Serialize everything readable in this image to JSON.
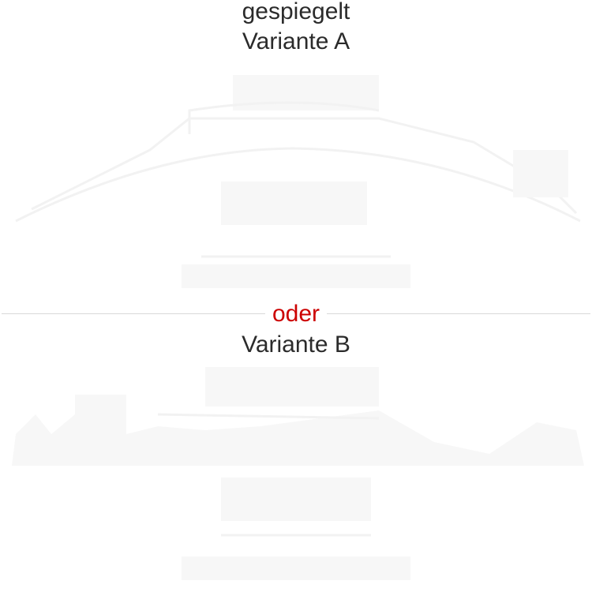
{
  "header": {
    "line1": "gespiegelt",
    "line2": "Variante A"
  },
  "separator": {
    "label": "oder",
    "label_color": "#cc0000"
  },
  "variant_b": {
    "title": "Variante B"
  }
}
